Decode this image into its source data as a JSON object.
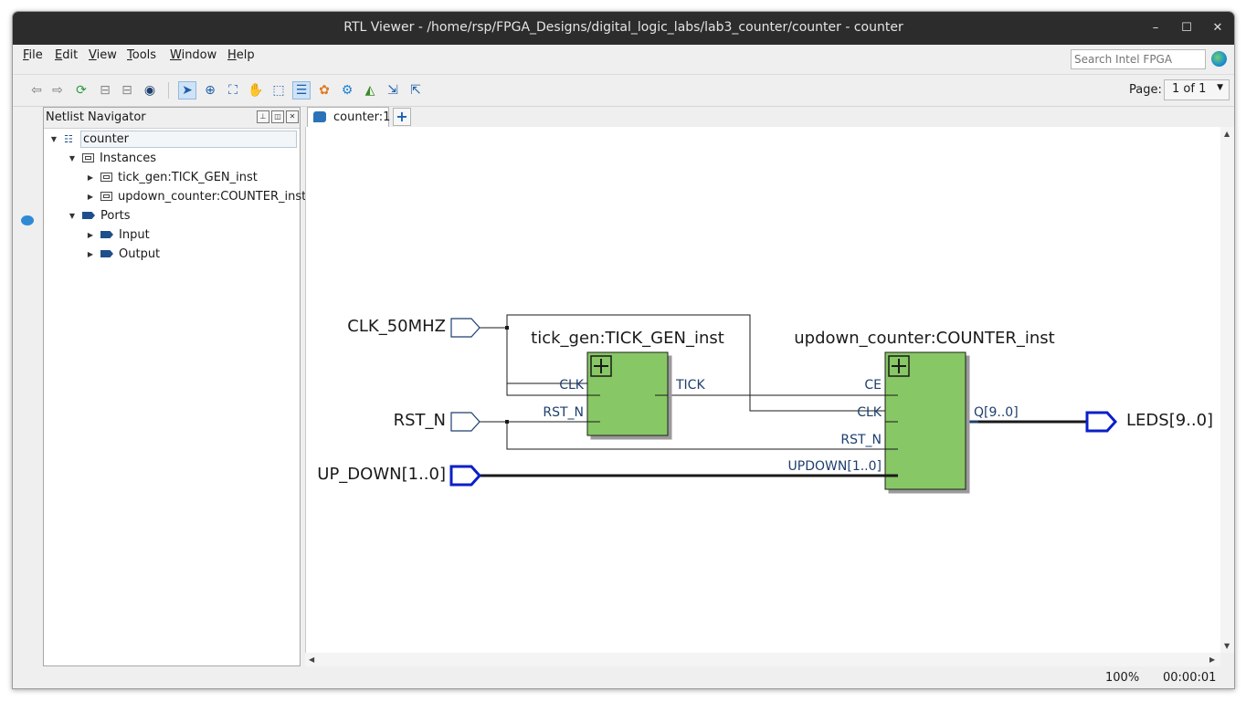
{
  "window": {
    "title": "RTL Viewer - /home/rsp/FPGA_Designs/digital_logic_labs/lab3_counter/counter - counter",
    "minimize": "–",
    "maximize": "☐",
    "close": "✕"
  },
  "menu": [
    "File",
    "Edit",
    "View",
    "Tools",
    "Window",
    "Help"
  ],
  "search": {
    "placeholder": "Search Intel FPGA"
  },
  "toolbar": {
    "icons": [
      "back-icon",
      "forward-icon",
      "refresh-icon",
      "page-previous-icon",
      "page-next-icon",
      "find-icon",
      "selection-tool-icon",
      "zoom-tool-icon",
      "fit-window-icon",
      "hand-tool-icon",
      "area-select-icon",
      "hierarchy-icon",
      "color-settings-icon",
      "settings-icon",
      "netlist-icon",
      "export-icon",
      "import-icon"
    ],
    "page_label": "Page:",
    "page_value": "1 of 1"
  },
  "navigator": {
    "title": "Netlist Navigator",
    "root": "counter",
    "instances_label": "Instances",
    "instances": [
      "tick_gen:TICK_GEN_inst",
      "updown_counter:COUNTER_inst"
    ],
    "ports_label": "Ports",
    "ports": [
      "Input",
      "Output"
    ]
  },
  "tab": {
    "label": "counter:1",
    "add": "+"
  },
  "schematic": {
    "inputs": [
      "CLK_50MHZ",
      "RST_N",
      "UP_DOWN[1..0]"
    ],
    "output": "LEDS[9..0]",
    "tick_gen": {
      "name": "tick_gen:TICK_GEN_inst",
      "in_ports": [
        "CLK",
        "RST_N"
      ],
      "out_ports": [
        "TICK"
      ]
    },
    "counter": {
      "name": "updown_counter:COUNTER_inst",
      "in_ports": [
        "CE",
        "CLK",
        "RST_N",
        "UPDOWN[1..0]"
      ],
      "out_ports": [
        "Q[9..0]"
      ]
    },
    "colors": {
      "block_fill": "#87c765",
      "wire": "#1a1a1a",
      "bus_port": "#0a1fc9",
      "port_label": "#1d3f6e"
    }
  },
  "status": {
    "zoom": "100%",
    "time": "00:00:01"
  }
}
